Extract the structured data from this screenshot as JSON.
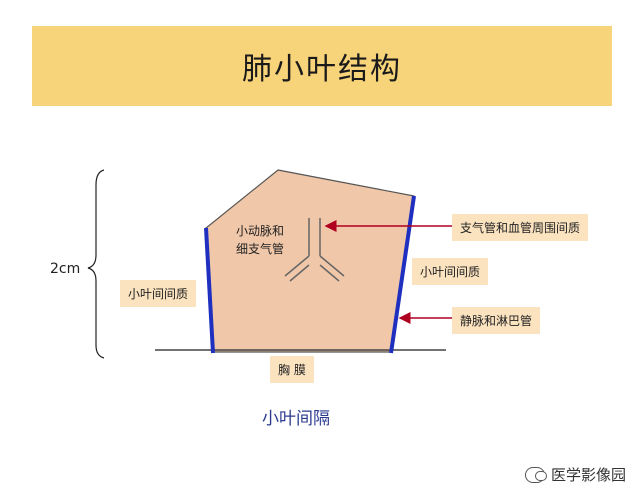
{
  "title": "肺小叶结构",
  "scale_label": "2cm",
  "labels": {
    "arteriole_bronchiole_line1": "小动脉和",
    "arteriole_bronchiole_line2": "细支气管",
    "peribronchovascular": "支气管和血管周围间质",
    "interlobular_left": "小叶间间质",
    "interlobular_right": "小叶间间质",
    "veins_lymph": "静脉和淋巴管",
    "pleura": "胸  膜",
    "septum": "小叶间隔"
  },
  "watermark": "医学影像园",
  "colors": {
    "banner": "#f7d37a",
    "lobule_fill": "#f0c7a8",
    "septum_line": "#1f2fbf",
    "arrow": "#b00020",
    "label_bg": "#fbe3c0"
  }
}
